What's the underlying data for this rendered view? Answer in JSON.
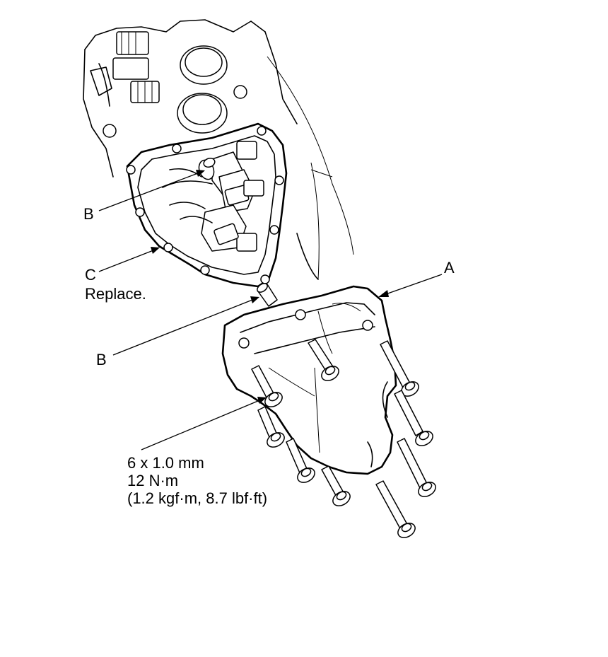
{
  "labels": {
    "a": "A",
    "b_upper": "B",
    "b_lower": "B",
    "c": "C",
    "c_note": "Replace.",
    "bolt_size": "6 x 1.0 mm",
    "bolt_torque_nm": "12 N·m",
    "bolt_torque_alt": "(1.2 kgf·m, 8.7 lbf·ft)"
  }
}
